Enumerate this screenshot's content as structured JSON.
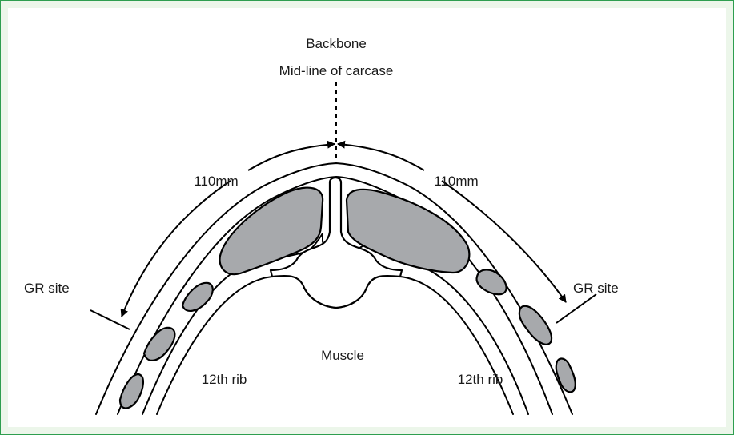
{
  "diagram": {
    "labels": {
      "backbone": "Backbone",
      "midline": "Mid-line of carcase",
      "dist_left": "110mm",
      "dist_right": "110mm",
      "gr_left": "GR site",
      "gr_right": "GR site",
      "muscle": "Muscle",
      "rib_left": "12th rib",
      "rib_right": "12th rib"
    },
    "colors": {
      "frame_border": "#2e9e4f",
      "frame_fill": "#ecf6ea",
      "bone_fill": "#a7a9ac",
      "line": "#000000"
    }
  }
}
